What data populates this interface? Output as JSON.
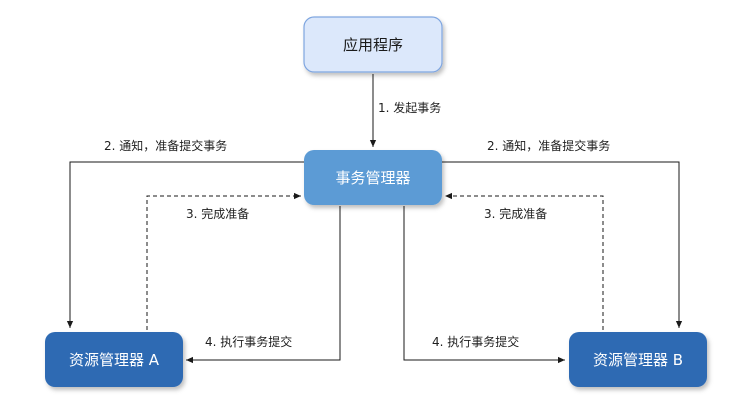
{
  "nodes": {
    "app": "应用程序",
    "tm": "事务管理器",
    "rma": "资源管理器 A",
    "rmb": "资源管理器 B"
  },
  "edges": {
    "start": "1. 发起事务",
    "notify_left": "2. 通知，准备提交事务",
    "notify_right": "2. 通知，准备提交事务",
    "done_left": "3. 完成准备",
    "done_right": "3. 完成准备",
    "exec_left": "4. 执行事务提交",
    "exec_right": "4. 执行事务提交"
  },
  "colors": {
    "app_fill": "#dce8fb",
    "app_border": "#7fa6e0",
    "tm_fill": "#5b9bd5",
    "rm_fill": "#2e6bb3",
    "line": "#1a1a1a"
  }
}
